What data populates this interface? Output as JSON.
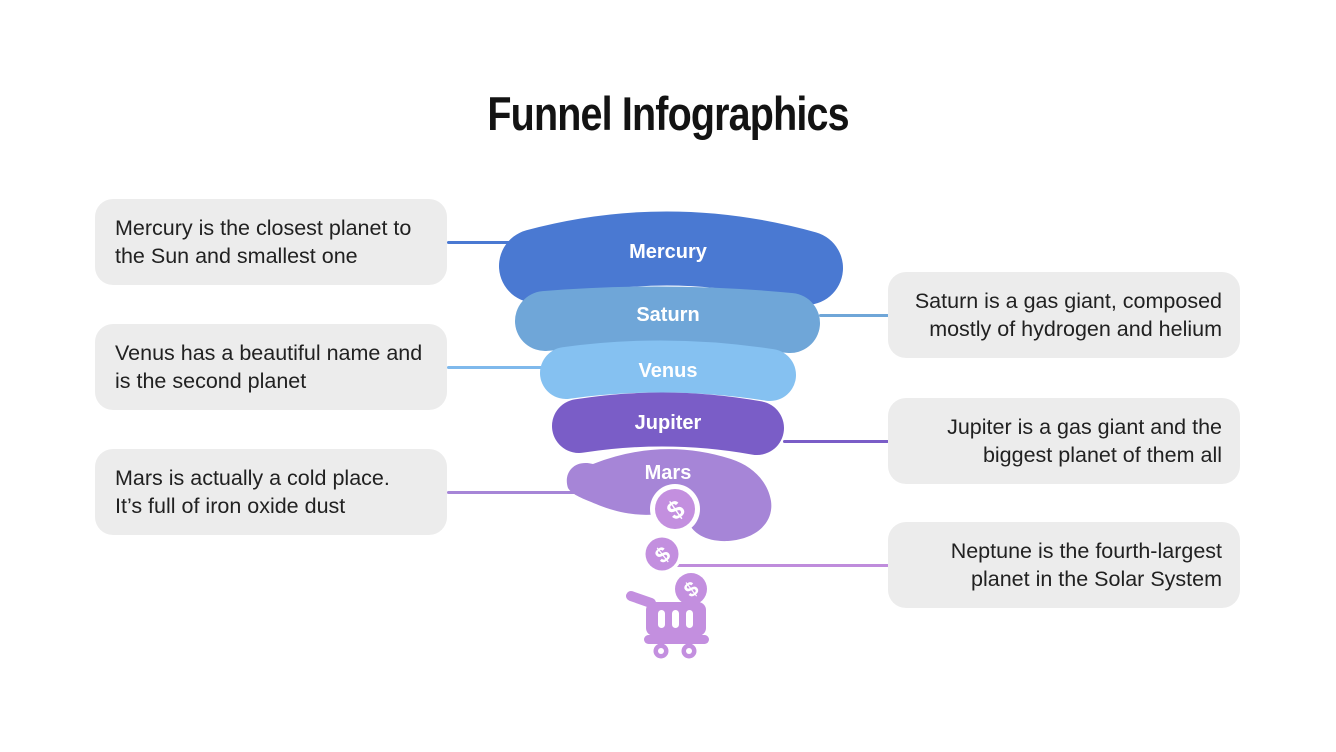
{
  "title": "Funnel Infographics",
  "funnel": {
    "layers": [
      {
        "name": "Mercury",
        "color": "#4a79d2"
      },
      {
        "name": "Saturn",
        "color": "#6fa6d8"
      },
      {
        "name": "Venus",
        "color": "#85c1f1"
      },
      {
        "name": "Jupiter",
        "color": "#7a5dc7"
      },
      {
        "name": "Mars",
        "color": "#a685d7"
      }
    ],
    "coin_symbol": "$",
    "coin_color": "#c38fdf",
    "cart_color": "#c38fdf"
  },
  "callouts": {
    "left": [
      {
        "planet": "Mercury",
        "text": "Mercury is the closest planet to\nthe Sun and smallest one",
        "line_color": "#4a79d2"
      },
      {
        "planet": "Venus",
        "text": "Venus has a beautiful name and\nis the second planet",
        "line_color": "#7fb9ec"
      },
      {
        "planet": "Mars",
        "text": "Mars is actually a cold place.\nIt’s full of iron oxide dust",
        "line_color": "#a685d7"
      }
    ],
    "right": [
      {
        "planet": "Saturn",
        "text": "Saturn is a gas giant, composed\nmostly of hydrogen and helium",
        "line_color": "#6fa6d8"
      },
      {
        "planet": "Jupiter",
        "text": "Jupiter is a gas giant and the\nbiggest planet of them all",
        "line_color": "#7a5dc7"
      },
      {
        "planet": "Neptune",
        "text": "Neptune is the fourth-largest\nplanet in the Solar System",
        "line_color": "#bf8cdc"
      }
    ]
  },
  "colors": {
    "background": "#ffffff",
    "callout_background": "#ececec",
    "callout_text": "#212121",
    "title_text": "#131313"
  }
}
